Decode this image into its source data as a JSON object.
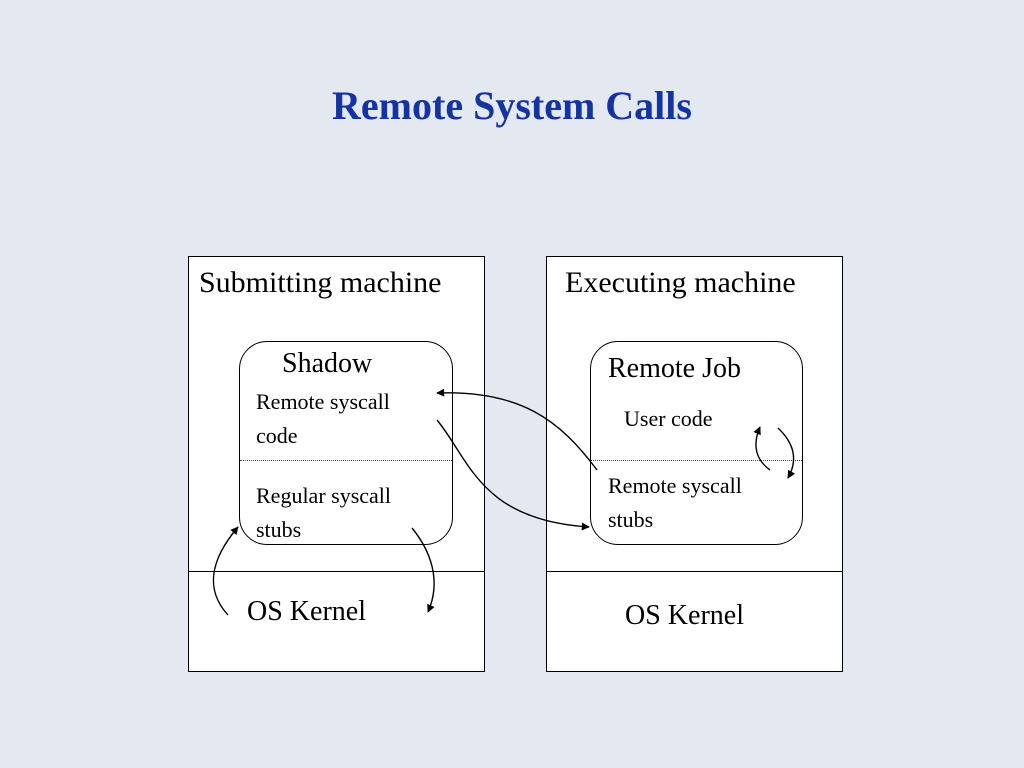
{
  "title": "Remote System Calls",
  "submitting": {
    "label": "Submitting machine",
    "process": {
      "name": "Shadow",
      "upper": [
        "Remote syscall",
        "code"
      ],
      "lower": [
        "Regular syscall",
        "stubs"
      ]
    },
    "kernel": "OS Kernel"
  },
  "executing": {
    "label": "Executing machine",
    "process": {
      "name": "Remote Job",
      "upper": [
        "User code"
      ],
      "lower": [
        "Remote syscall",
        "stubs"
      ]
    },
    "kernel": "OS Kernel"
  },
  "colors": {
    "background": "#e4e8f1",
    "title": "#1434a4",
    "box": "#ffffff",
    "line": "#000000"
  }
}
